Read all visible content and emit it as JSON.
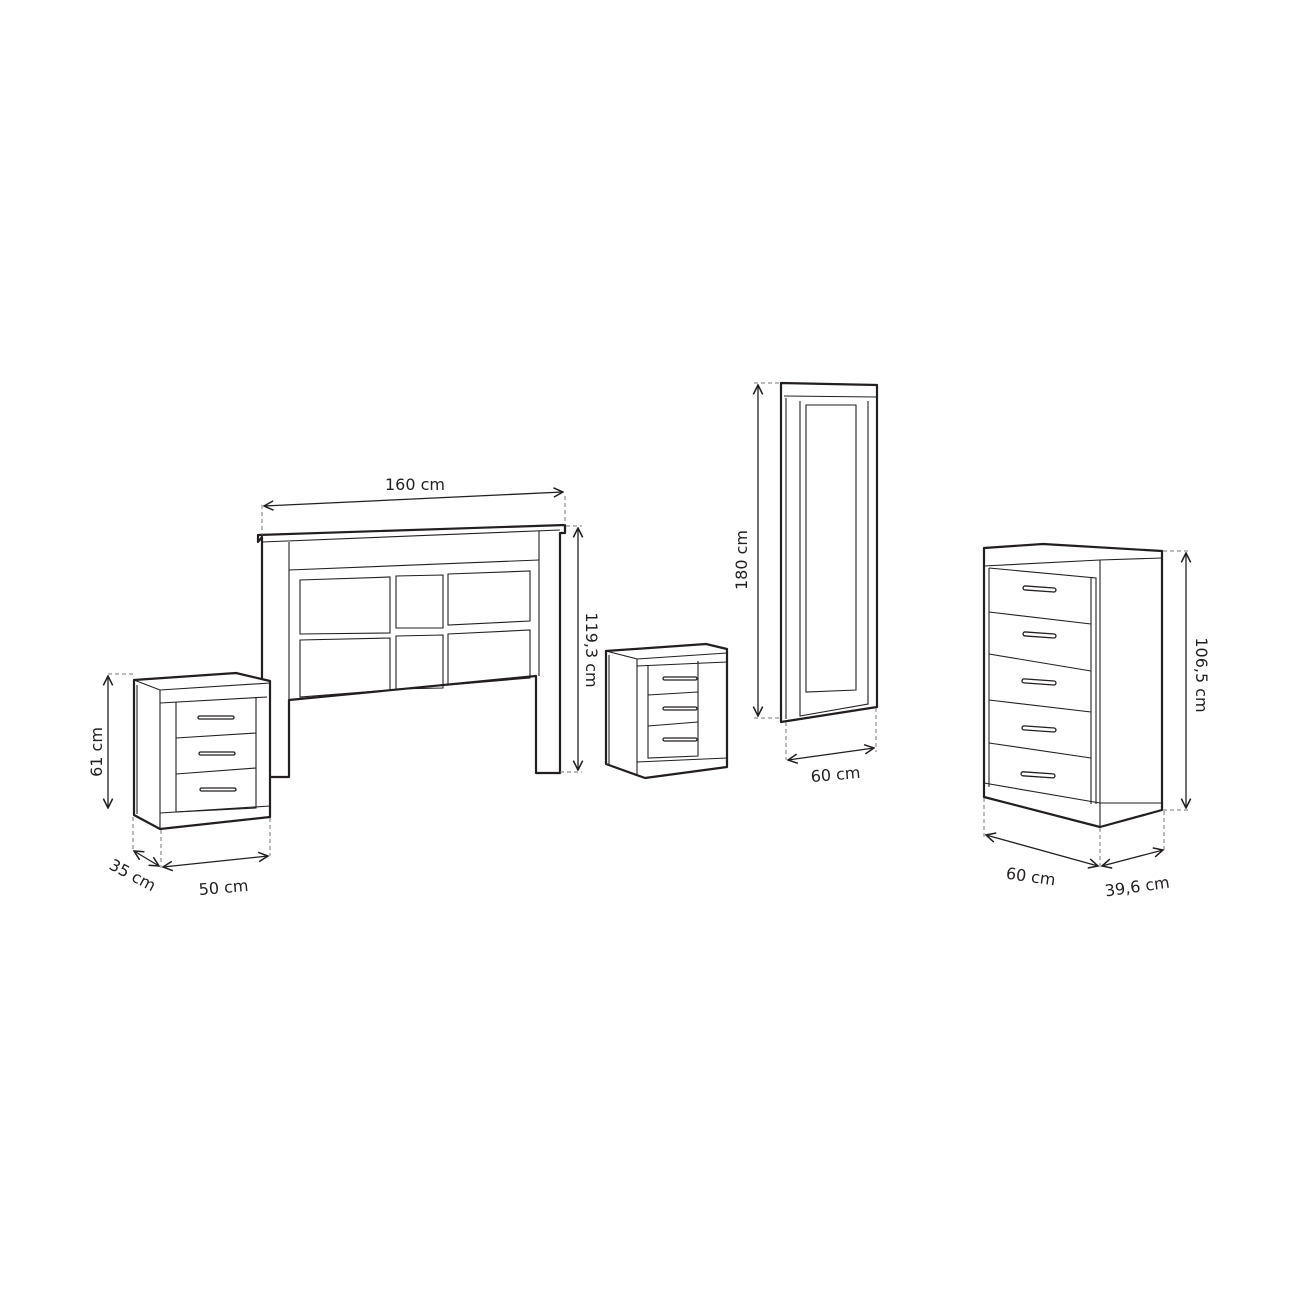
{
  "colors": {
    "line": "#231f20",
    "background": "#ffffff"
  },
  "furniture": {
    "nightstand_left": {
      "height": "61 cm",
      "depth": "35 cm",
      "width": "50 cm"
    },
    "headboard": {
      "width": "160 cm",
      "height": "119,3 cm"
    },
    "nightstand_right": {},
    "mirror": {
      "height": "180  cm",
      "width": "60  cm"
    },
    "chest_of_drawers": {
      "height": "106,5  cm",
      "width": "60 cm",
      "depth": "39,6 cm"
    }
  }
}
